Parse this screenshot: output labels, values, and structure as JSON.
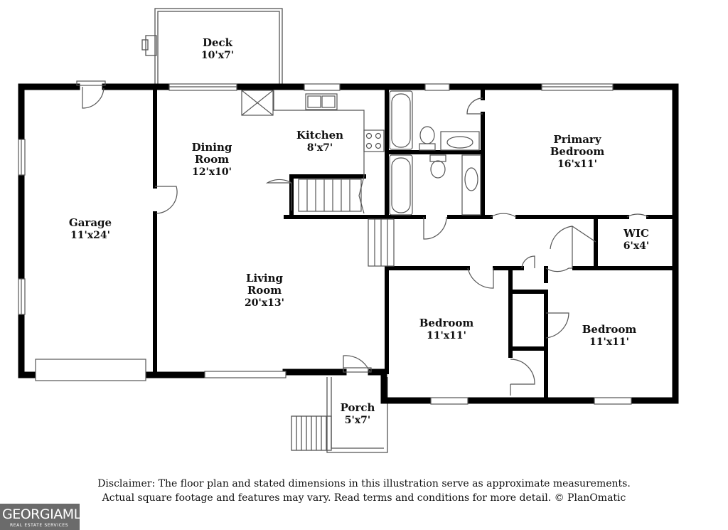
{
  "rooms": {
    "deck": {
      "name": "Deck",
      "dim": "10'x7'"
    },
    "garage": {
      "name": "Garage",
      "dim": "11'x24'"
    },
    "dining": {
      "name_1": "Dining",
      "name_2": "Room",
      "dim": "12'x10'"
    },
    "kitchen": {
      "name": "Kitchen",
      "dim": "8'x7'"
    },
    "primary": {
      "name_1": "Primary",
      "name_2": "Bedroom",
      "dim": "16'x11'"
    },
    "wic": {
      "name": "WIC",
      "dim": "6'x4'"
    },
    "living": {
      "name_1": "Living",
      "name_2": "Room",
      "dim": "20'x13'"
    },
    "bedroom_1": {
      "name": "Bedroom",
      "dim": "11'x11'"
    },
    "bedroom_2": {
      "name": "Bedroom",
      "dim": "11'x11'"
    },
    "porch": {
      "name": "Porch",
      "dim": "5'x7'"
    }
  },
  "disclaimer": {
    "line_1": "Disclaimer: The floor plan and stated dimensions in this illustration serve as approximate measurements.",
    "line_2": "Actual square footage and features may vary. Read terms and conditions for more detail. © PlanOmatic"
  },
  "logo": {
    "main": "GEORGIAMLS",
    "sub": "REAL ESTATE SERVICES"
  },
  "colors": {
    "wall": "#000000",
    "fixture": "#555555",
    "logo_bg": "#6b6b6b"
  }
}
